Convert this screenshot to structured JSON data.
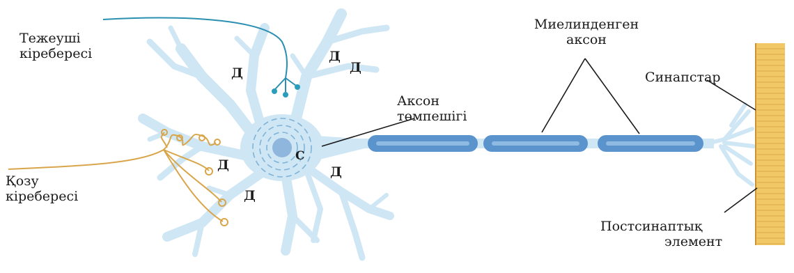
{
  "labels": {
    "inhibitory_input": [
      "Тежеуші",
      "кіребересі"
    ],
    "excitatory_input": [
      "Қозу",
      "кіребересі"
    ],
    "axon_hillock": [
      "Аксон",
      "төмпешігі"
    ],
    "myelinated_axon": [
      "Миелинденген",
      "аксон"
    ],
    "synapses": "Синапстар",
    "postsynaptic_element": [
      "Постсинаптық",
      "элемент"
    ]
  },
  "markers": {
    "dendrite": "Д",
    "soma": "С"
  },
  "colors": {
    "neuron": "#cfe6f4",
    "myelin": "#5b93cd",
    "inhibitory": "#2a8fb0",
    "excitatory": "#d9a54a",
    "postsynaptic": "#f2c765"
  }
}
